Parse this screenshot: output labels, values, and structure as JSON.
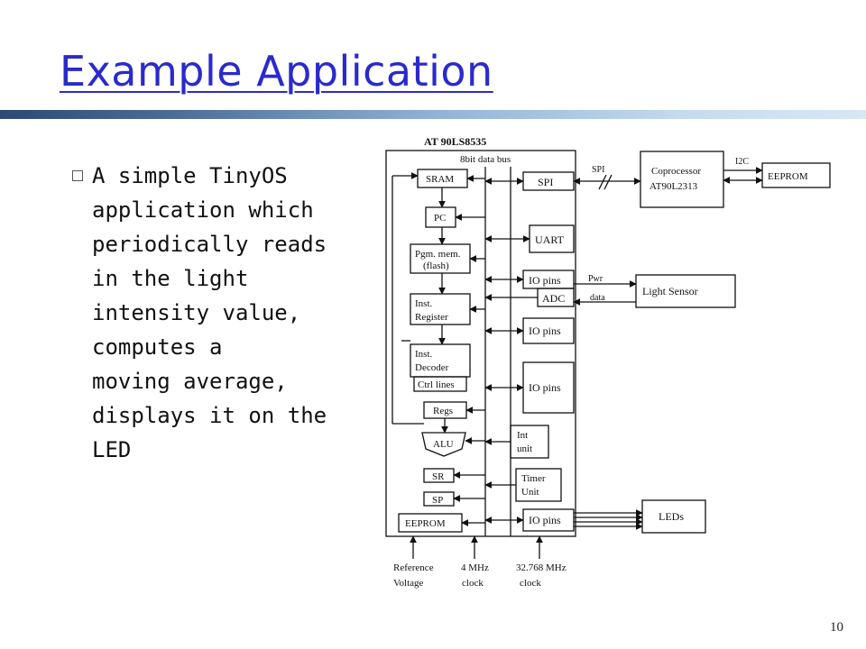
{
  "slide": {
    "title": "Example Application",
    "bullet_lines": [
      "A simple TinyOS",
      "application which",
      "periodically reads",
      "in the light",
      "intensity value,",
      "computes a",
      "moving average,",
      "displays it on the",
      "LED"
    ],
    "page_number": "10"
  },
  "diagram": {
    "chip_label": "AT 90LS8535",
    "bus_label": "8bit data bus",
    "cpu_blocks": {
      "sram": "SRAM",
      "pc": "PC",
      "pgm_mem_1": "Pgm. mem.",
      "pgm_mem_2": "(flash)",
      "inst_reg_1": "Inst.",
      "inst_reg_2": "Register",
      "inst_dec_1": "Inst.",
      "inst_dec_2": "Decoder",
      "ctrl_lines": "Ctrl lines",
      "regs": "Regs",
      "alu": "ALU",
      "sr": "SR",
      "sp": "SP",
      "eeprom": "EEPROM"
    },
    "peripherals": {
      "spi": "SPI",
      "uart": "UART",
      "io_pins_1": "IO pins",
      "adc": "ADC",
      "io_pins_2": "IO pins",
      "io_pins_3": "IO pins",
      "int_unit_1": "Int",
      "int_unit_2": "unit",
      "timer_1": "Timer",
      "timer_2": "Unit",
      "io_pins_4": "IO pins"
    },
    "external": {
      "coprocessor_1": "Coprocessor",
      "coprocessor_2": "AT90L2313",
      "eeprom": "EEPROM",
      "light_sensor": "Light Sensor",
      "leds": "LEDs"
    },
    "signals": {
      "spi": "SPI",
      "i2c": "I2C",
      "pwr": "Pwr",
      "data": "data"
    },
    "inputs": {
      "ref_1": "Reference",
      "ref_2": "Voltage",
      "clk4_1": "4 MHz",
      "clk4_2": "clock",
      "clk32_1": "32.768 MHz",
      "clk32_2": "clock"
    }
  }
}
